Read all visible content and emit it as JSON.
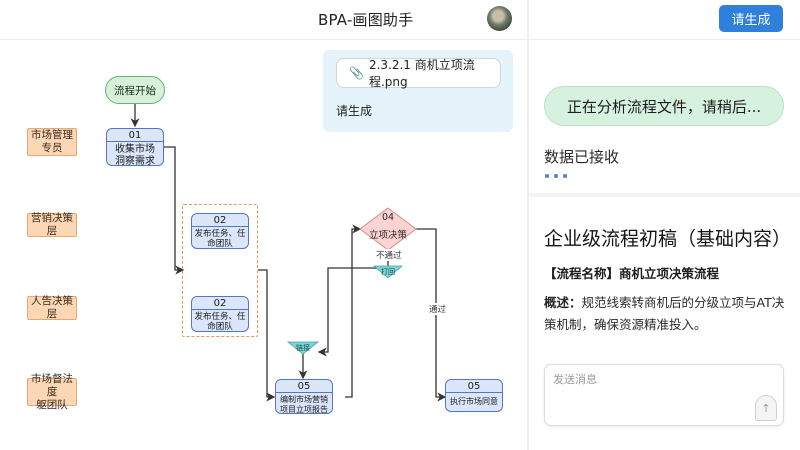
{
  "header": {
    "app_title": "BPA-画图助手",
    "avatar_icon": "user-avatar",
    "generate_button": "请生成"
  },
  "user_message": {
    "attachment_icon": "paperclip-icon",
    "attachment_name": "2.3.2.1 商机立项流程.png",
    "text": "请生成"
  },
  "diagram": {
    "lanes": [
      {
        "label": "市场管理\n专员"
      },
      {
        "label": "营销决策层"
      },
      {
        "label": "人告决策层"
      },
      {
        "label": "市场督法度\n躯团队"
      }
    ],
    "start": {
      "label": "流程开始"
    },
    "nodes": [
      {
        "num": "01",
        "text": "收集市场\n洞察需求"
      },
      {
        "num": "02",
        "text": "发布任务、任\n命团队"
      },
      {
        "num": "02",
        "text": "发布任务、任\n命团队"
      },
      {
        "num": "05",
        "text": "编制市场营销\n项目立项报告"
      },
      {
        "num": "05",
        "text": "执行市场同意"
      }
    ],
    "decision": {
      "num": "04",
      "text": "立项决策"
    },
    "edge_labels": {
      "reject": "不通过",
      "pass": "通过"
    },
    "connectors": [
      {
        "label": "打回"
      },
      {
        "label": "链接"
      }
    ],
    "colors": {
      "lane_fill": "#fbd7b5",
      "node_fill": "#dbe6fa",
      "start_fill": "#d6f1d8",
      "decision_fill": "#fbd3d3",
      "connector_fill": "#7dd3d6"
    }
  },
  "assistant": {
    "status": "正在分析流程文件，请稍后...",
    "received": "数据已接收",
    "doc_title": "企业级流程初稿（基础内容）",
    "process_name": "【流程名称】商机立项决策流程",
    "summary_label": "概述：",
    "summary_text": "规范线索转商机后的分级立项与AT决策机制，确保资源精准投入。"
  },
  "composer": {
    "placeholder": "发送消息",
    "send_icon": "send-icon"
  }
}
